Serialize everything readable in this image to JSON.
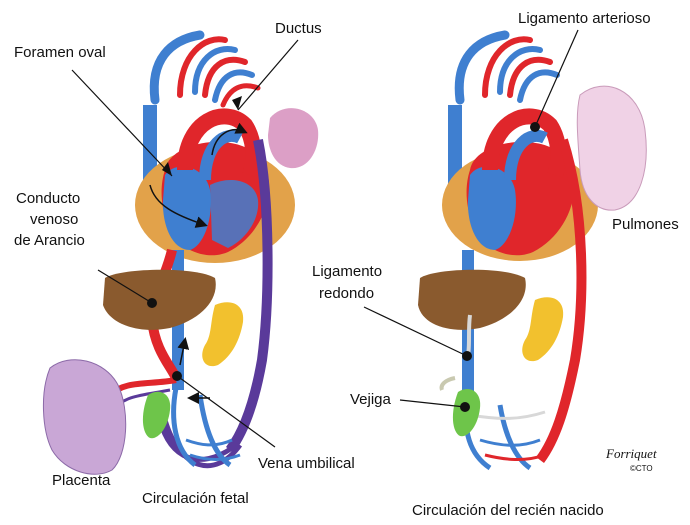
{
  "labels": {
    "foramen_oval": "Foramen oval",
    "ductus": "Ductus",
    "conducto_line1": "Conducto",
    "conducto_line2": "venoso",
    "conducto_line3": "de Arancio",
    "placenta": "Placenta",
    "vena_umbilical": "Vena umbilical",
    "ligamento_arterioso": "Ligamento arterioso",
    "pulmones": "Pulmones",
    "ligamento_redondo_line1": "Ligamento",
    "ligamento_redondo_line2": "redondo",
    "vejiga": "Vejiga"
  },
  "captions": {
    "fetal": "Circulación fetal",
    "newborn": "Circulación del recién nacido"
  },
  "credit": {
    "signature": "Forriquet",
    "copyright": "©CTO"
  },
  "colors": {
    "artery_red": "#e0262b",
    "vein_blue": "#3f7fd0",
    "mixed_purple": "#5a3a9a",
    "liver_brown": "#8a5a2e",
    "heart_orange": "#e2a24a",
    "lung_pink": "#dc9fc6",
    "placenta_purple": "#c9a7d6",
    "bladder_green": "#6ec54a",
    "kidney_yellow": "#f2c12e"
  }
}
